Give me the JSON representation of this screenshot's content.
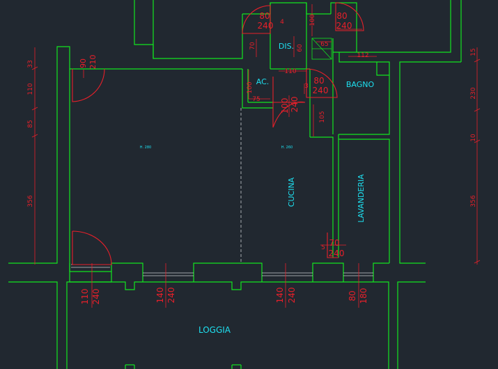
{
  "rooms": {
    "dis": "DIS.",
    "ac": "AC.",
    "bagno": "BAGNO",
    "cucina": "CUCINA",
    "lavanderia": "LAVANDERIA",
    "loggia": "LOGGIA",
    "h_living": "H. 280",
    "h_kitchen": "H. 260"
  },
  "doors": {
    "top_left_w": "80",
    "top_left_h": "240",
    "top_left_idx": "4",
    "top_right_w": "80",
    "top_right_h": "240",
    "living_w": "90",
    "living_h": "210",
    "bagno_w": "80",
    "bagno_h": "240",
    "bagno_idx": "3",
    "cucina_w": "100",
    "cucina_h": "240",
    "lav_w": "70",
    "lav_h": "240",
    "lav_idx": "5"
  },
  "windows": {
    "w1_w": "110",
    "w1_h": "240",
    "w2_w": "140",
    "w2_h": "240",
    "w3_w": "140",
    "w3_h": "240",
    "w4_w": "80",
    "w4_h": "180"
  },
  "dims": {
    "left_33": "33",
    "left_110": "110",
    "left_85": "85",
    "left_356": "356",
    "right_15": "15",
    "right_230": "230",
    "right_10": "10",
    "right_356": "356",
    "d_100_top": "100",
    "d_70": "70",
    "d_60": "60",
    "d_65": "65",
    "d_112": "112",
    "d_110": "110",
    "d_100_ac": "100",
    "d_75": "75",
    "d_105": "105"
  },
  "colors": {
    "background": "#212830",
    "walls": "#12e51f",
    "doors_dims": "#e8202a",
    "room_labels": "#1ee0f0"
  }
}
